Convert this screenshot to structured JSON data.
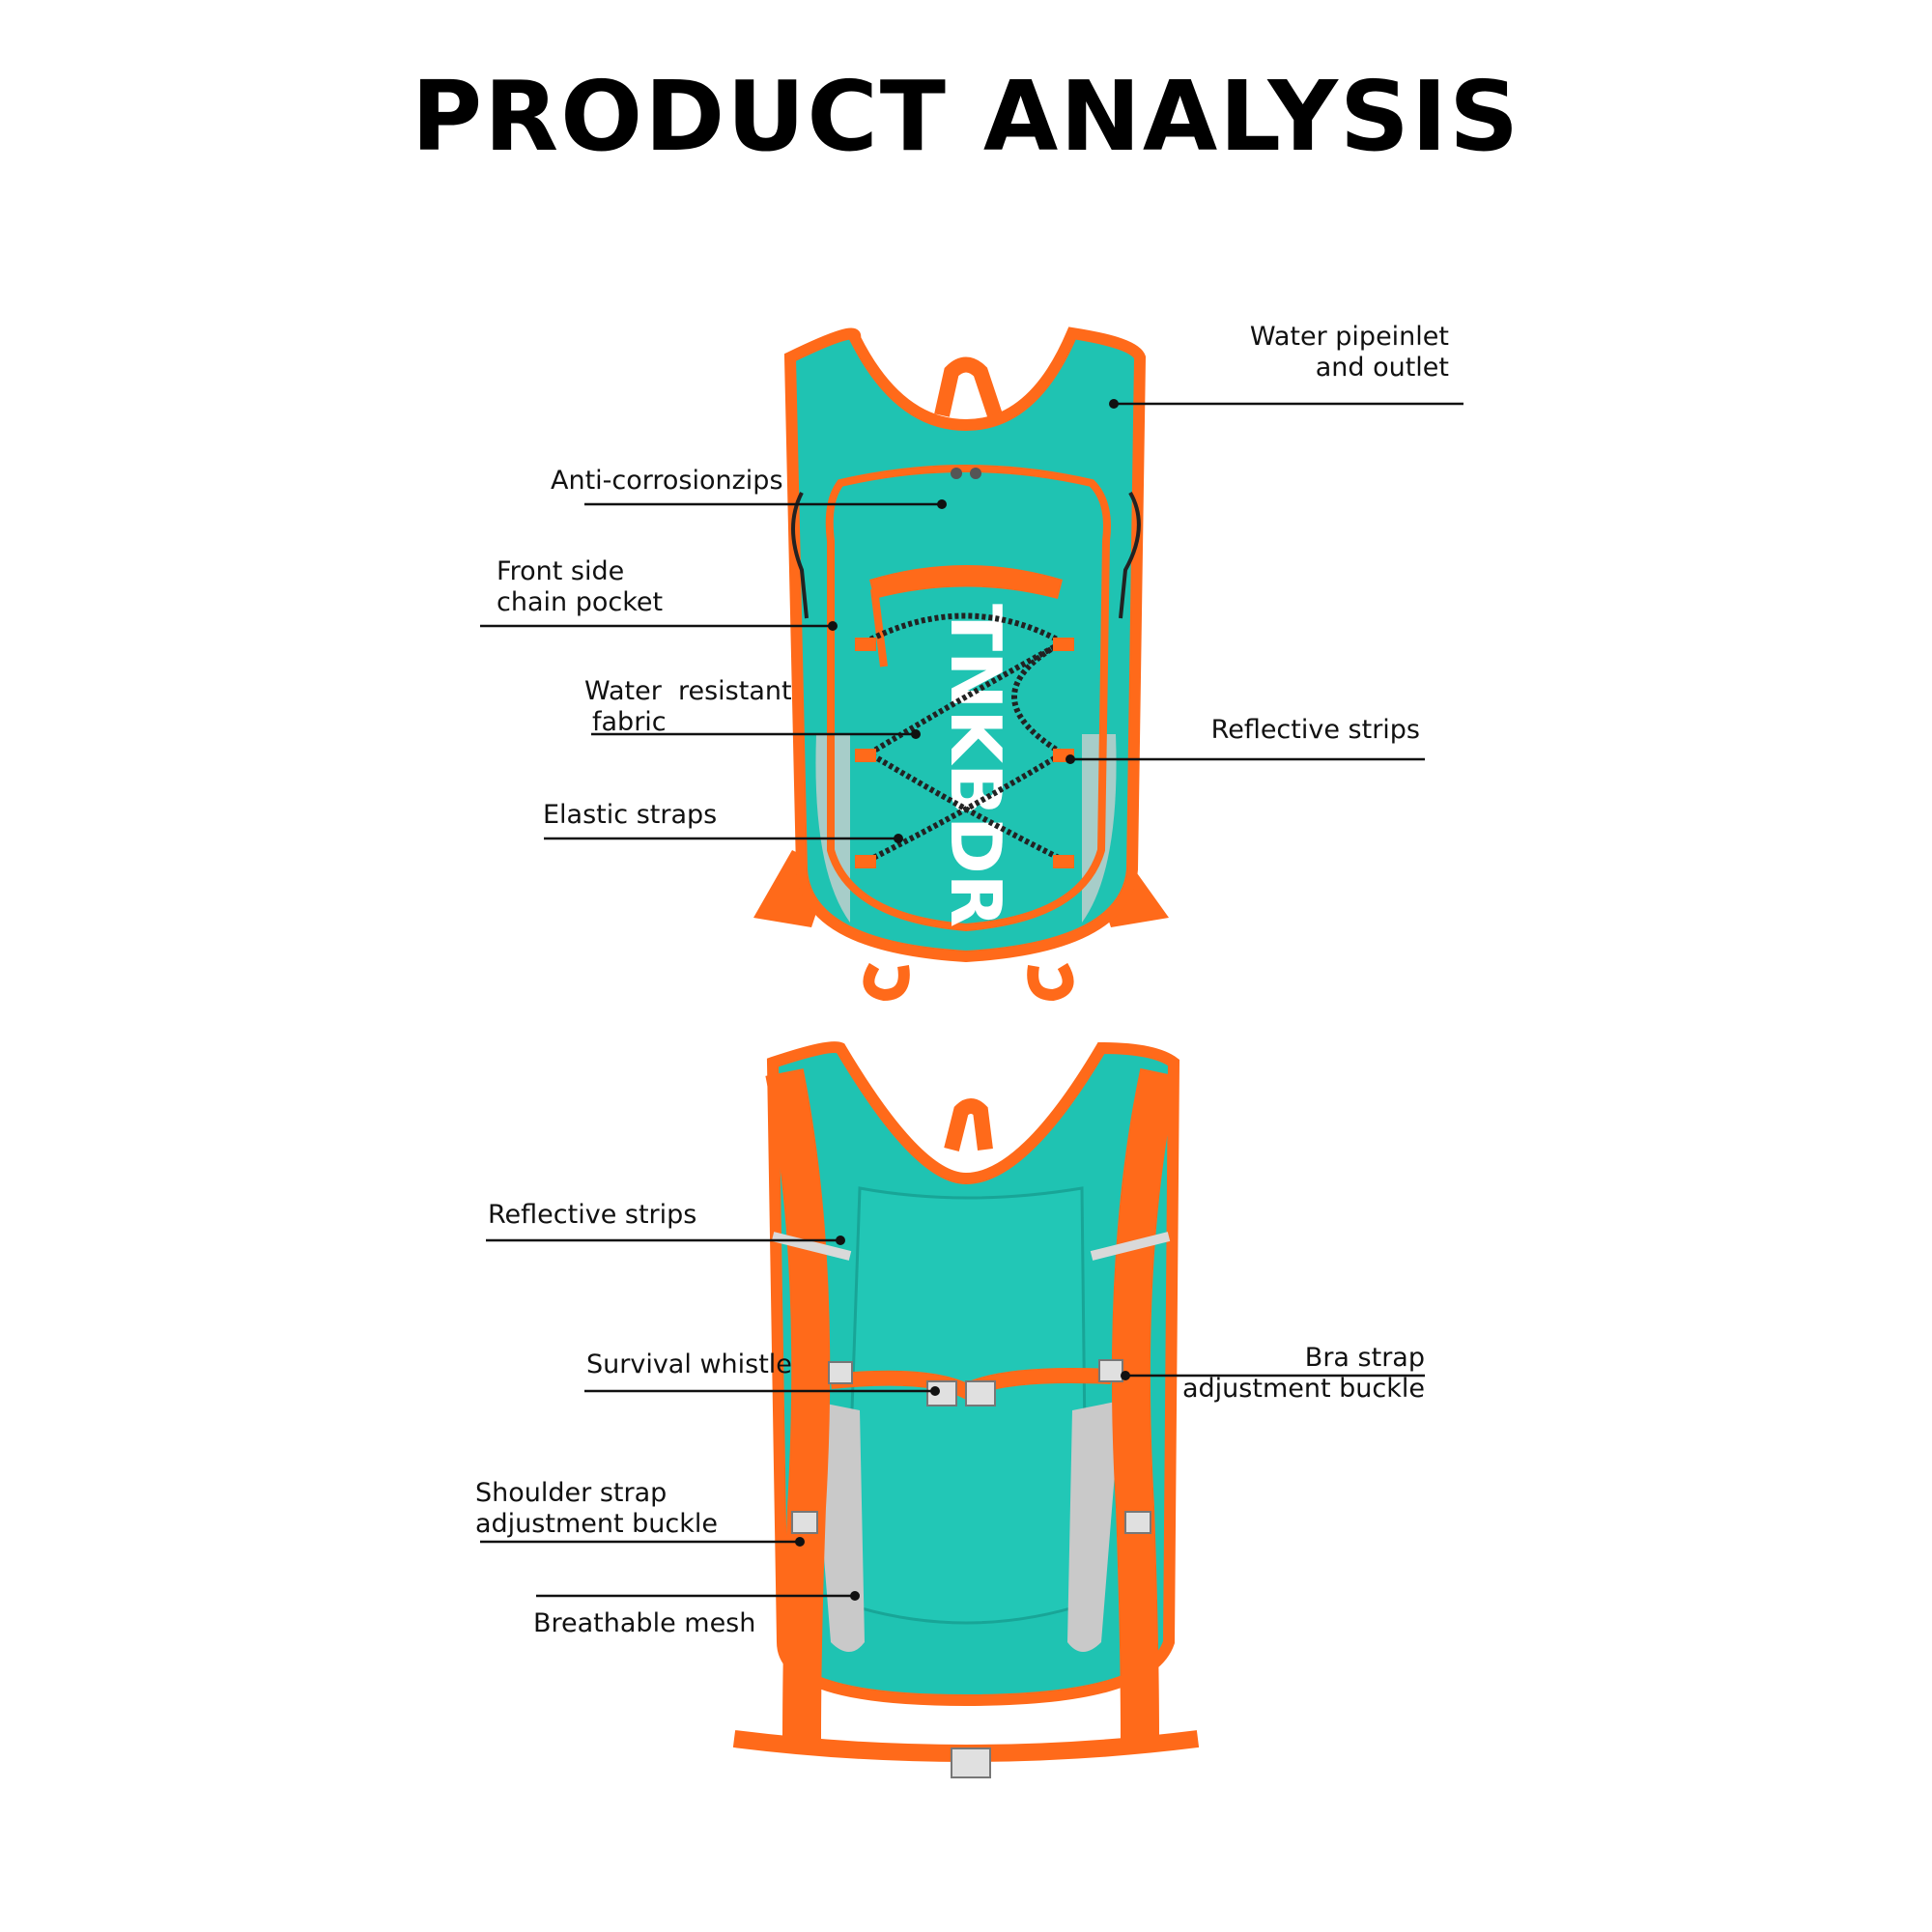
{
  "title": "PRODUCT ANALYSIS",
  "brand_text": "TNKBDR",
  "colors": {
    "teal": "#1fc3b2",
    "teal_dark": "#15a89a",
    "orange": "#ff6a1a",
    "mesh": "#c9c9c9",
    "text": "#111111"
  },
  "front_labels": {
    "water_pipe": [
      "Water pipeinlet",
      "and outlet"
    ],
    "anti_corrosion": "Anti-corrosionzips",
    "front_pocket": [
      "Front side",
      "chain pocket"
    ],
    "water_resistant": [
      "Water  resistant",
      "fabric"
    ],
    "reflective_front": "Reflective strips",
    "elastic_straps": "Elastic straps"
  },
  "back_labels": {
    "reflective_back": "Reflective strips",
    "survival_whistle": "Survival whistle",
    "bra_strap": [
      "Bra strap",
      "adjustment buckle"
    ],
    "shoulder_strap": [
      "Shoulder strap",
      "adjustment buckle"
    ],
    "breathable_mesh": "Breathable mesh"
  }
}
